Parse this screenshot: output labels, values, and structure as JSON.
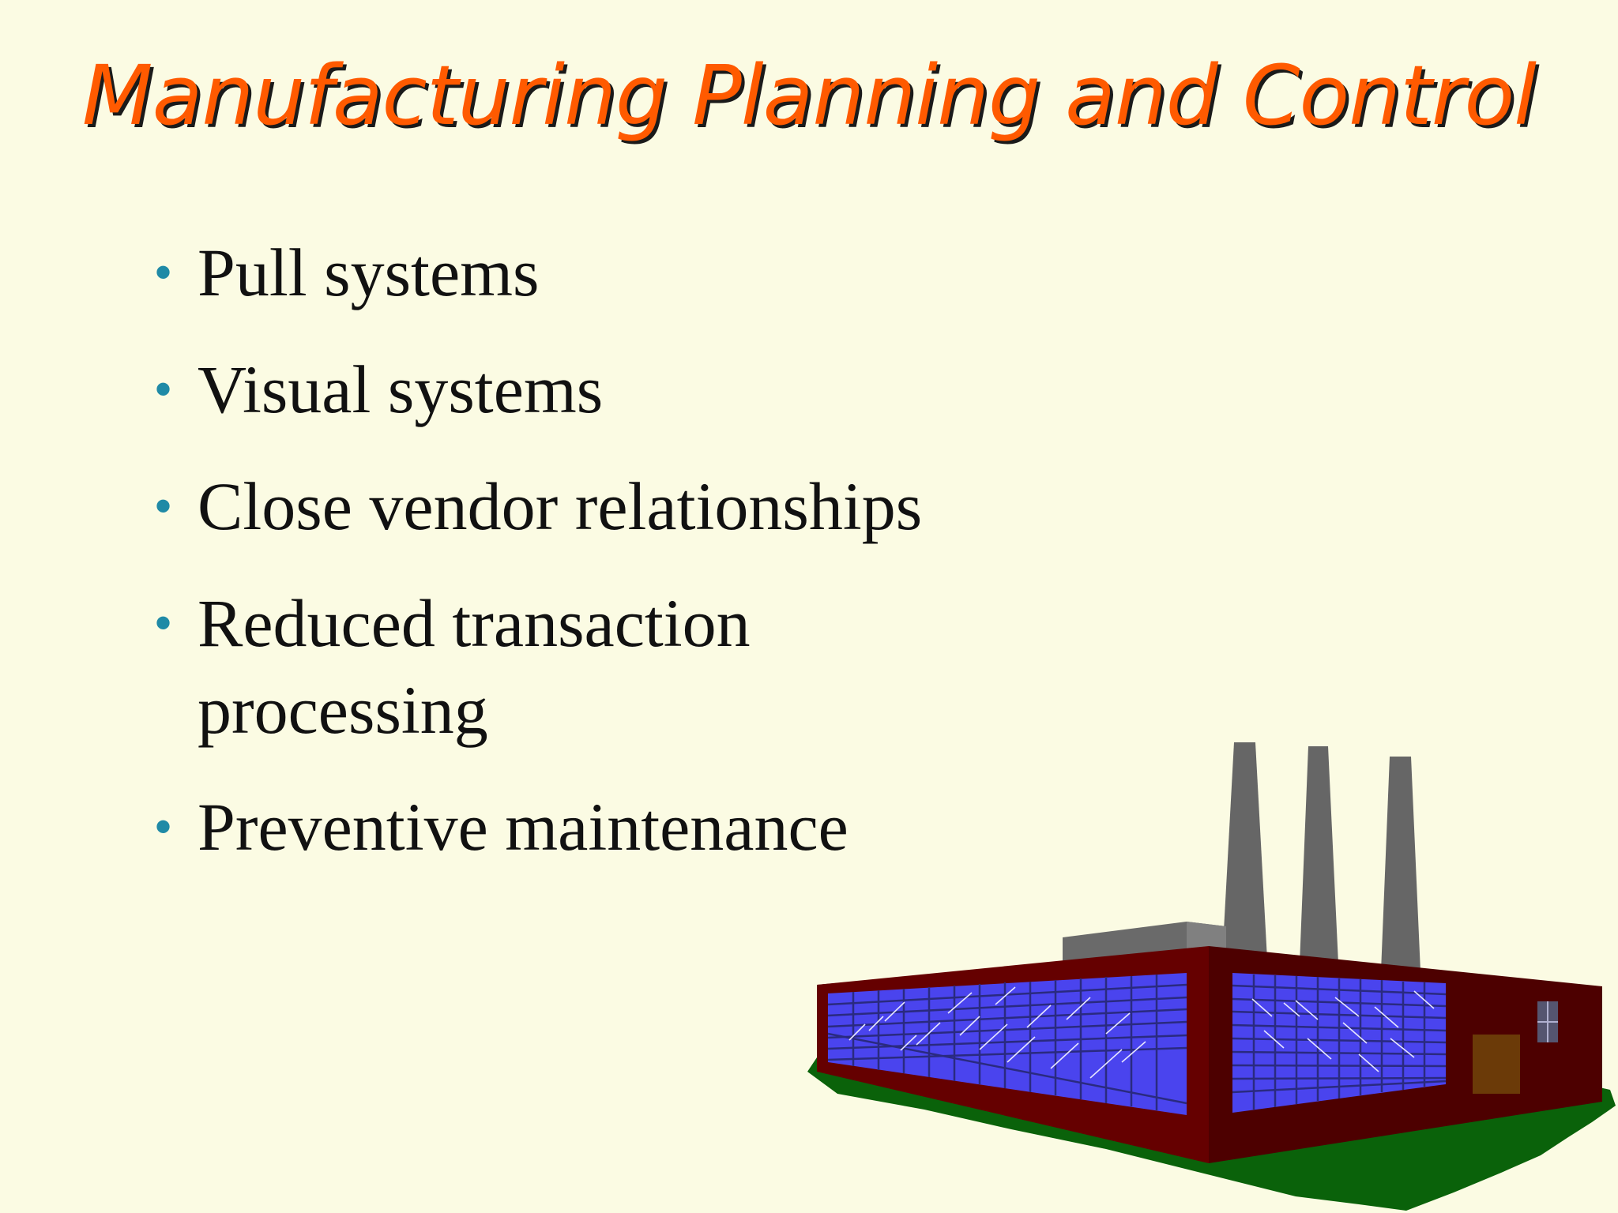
{
  "slide": {
    "title": "Manufacturing Planning and Control",
    "bullets": [
      {
        "text": "Pull systems"
      },
      {
        "text": "Visual systems"
      },
      {
        "text": "Close vendor relationships"
      },
      {
        "text": "Reduced transaction processing"
      },
      {
        "text": "Preventive maintenance"
      }
    ],
    "bullet_symbol": "•",
    "colors": {
      "background": "#fbfbe3",
      "title": "#ff5a00",
      "bullet": "#1f8aa6",
      "text": "#111111"
    },
    "illustration": {
      "icon": "factory-icon"
    }
  }
}
